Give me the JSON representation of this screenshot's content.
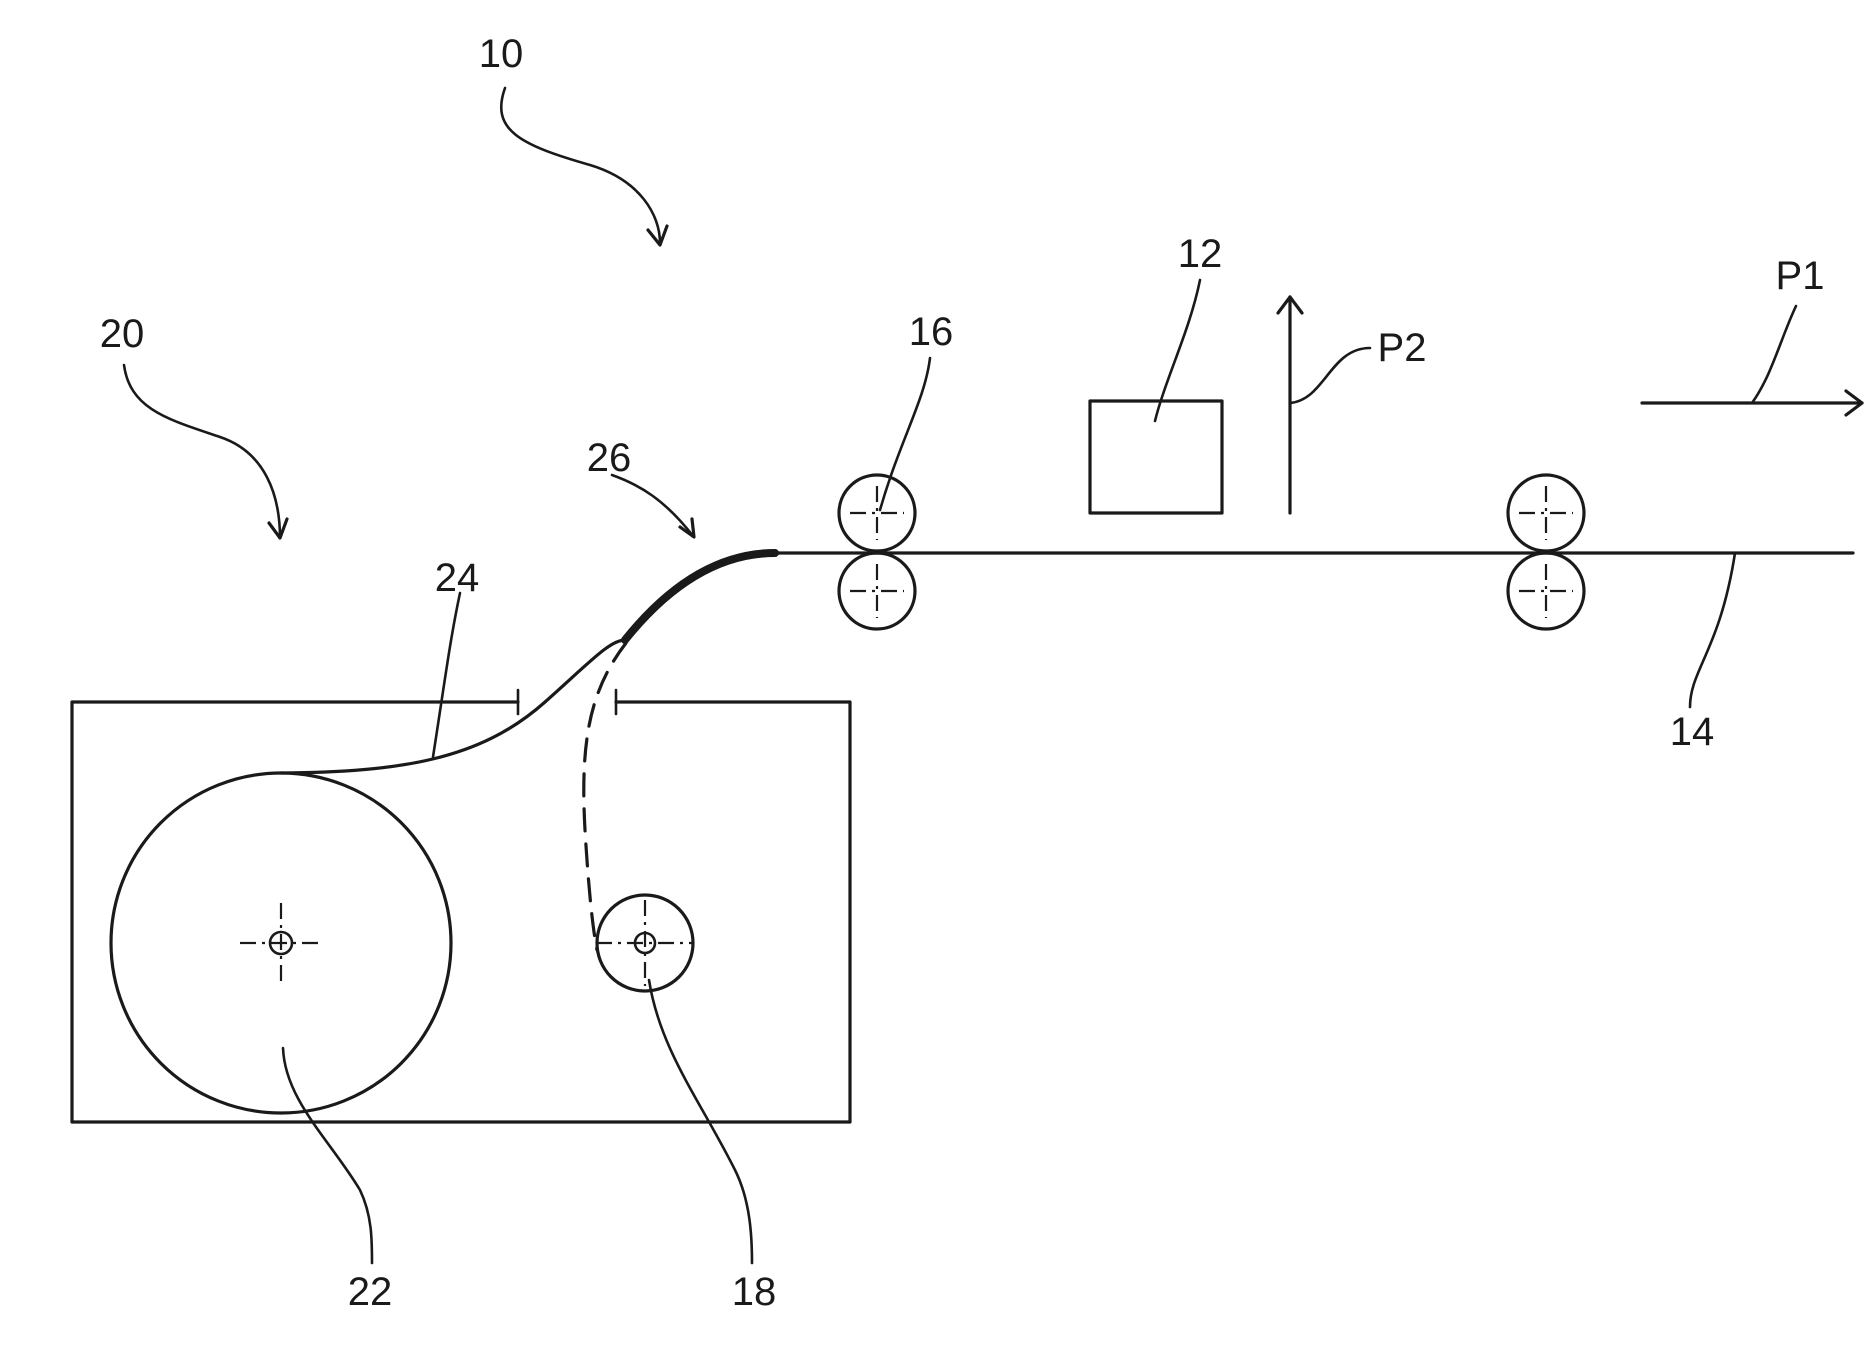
{
  "labels": {
    "ref_10": "10",
    "ref_12": "12",
    "ref_14": "14",
    "ref_16": "16",
    "ref_18": "18",
    "ref_20": "20",
    "ref_22": "22",
    "ref_24": "24",
    "ref_26": "26",
    "ref_p1": "P1",
    "ref_p2": "P2"
  }
}
